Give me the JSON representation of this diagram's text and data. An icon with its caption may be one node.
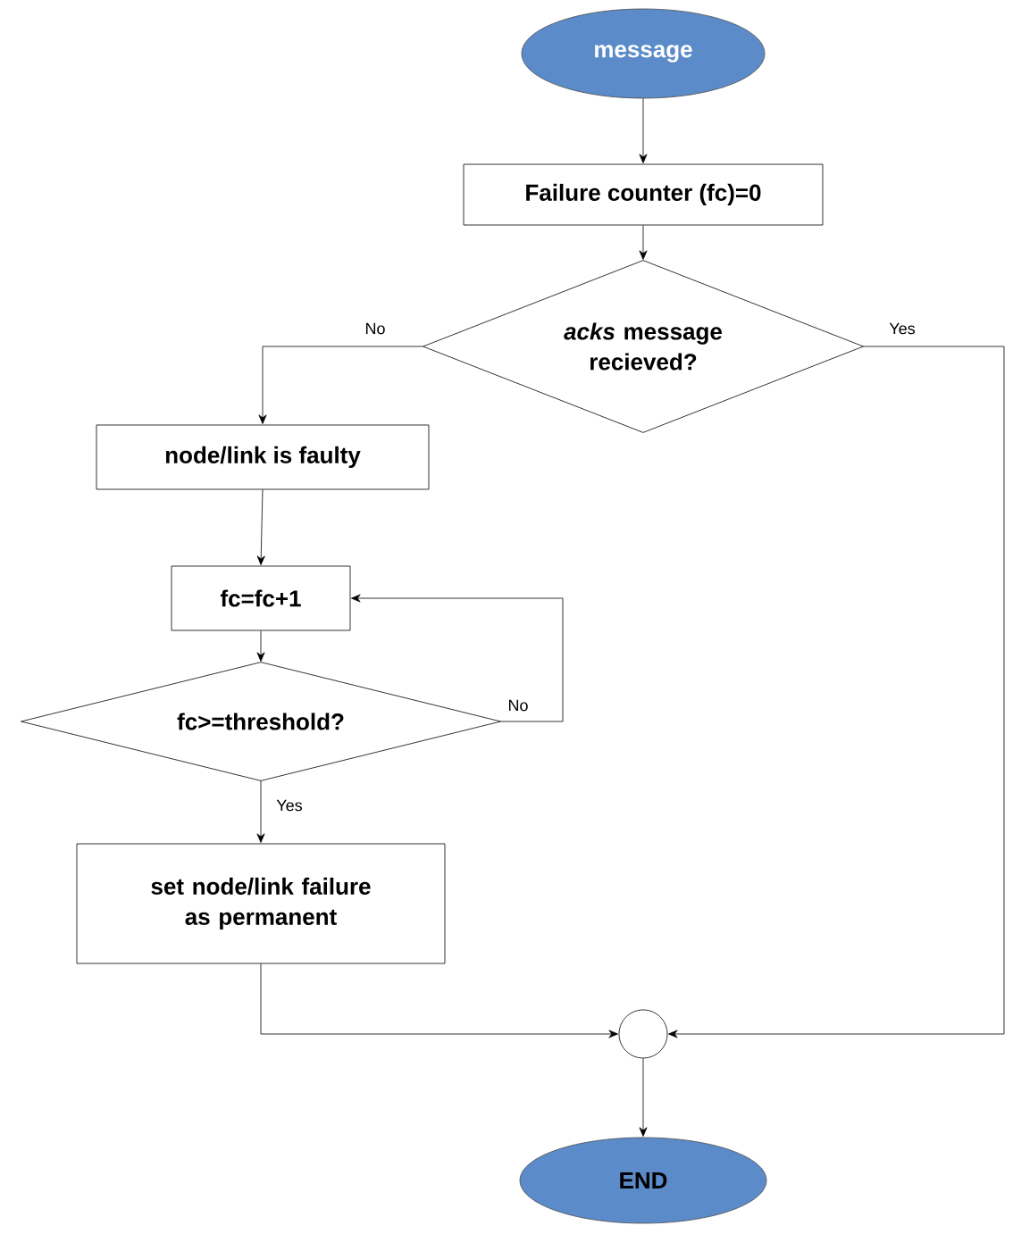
{
  "diagram": {
    "nodes": [
      {
        "text": [
          "message"
        ]
      },
      {
        "text": [
          "Failure counter (fc)=0"
        ]
      },
      {
        "text": [
          "*acks* message recieved?"
        ]
      },
      {
        "text": [
          "node/link is faulty"
        ]
      },
      {
        "text": [
          "fc=fc+1"
        ]
      },
      {
        "text": [
          "fc>=threshold?"
        ]
      },
      {
        "text": [
          "set node/link failure as permanent"
        ]
      },
      {
        "text": [],
        "shape": "circle"
      },
      {
        "text": [
          "END"
        ]
      }
    ],
    "edges": [
      {
        "from": 0,
        "to": 1,
        "arrow": "to"
      },
      {
        "from": 1,
        "to": 2,
        "arrow": "to"
      },
      {
        "from": 2,
        "to": 3,
        "arrow": "to",
        "label": "No"
      },
      {
        "from": 2,
        "to": 7,
        "arrow": "to",
        "label": "Yes"
      },
      {
        "from": 3,
        "to": 4,
        "arrow": "to"
      },
      {
        "from": 4,
        "to": 5,
        "arrow": "to"
      },
      {
        "from": 5,
        "to": 4,
        "arrow": "to",
        "label": "No"
      },
      {
        "from": 5,
        "to": 6,
        "arrow": "to",
        "label": "Yes"
      },
      {
        "from": 6,
        "to": 7,
        "arrow": "to"
      },
      {
        "from": 7,
        "to": 8,
        "arrow": "to"
      }
    ]
  }
}
